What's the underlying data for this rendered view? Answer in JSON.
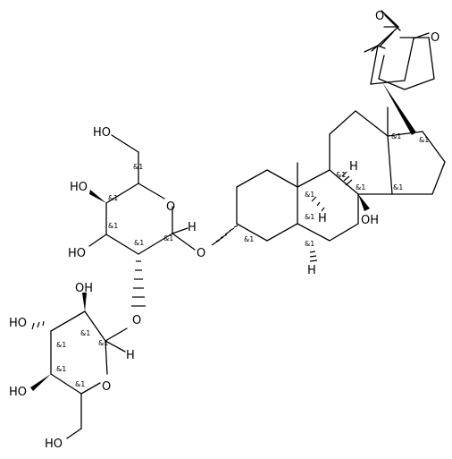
{
  "diagram": {
    "colors": {
      "ink": "#000000",
      "background": "#ffffff"
    },
    "atoms": {
      "carbonyl_o": "O",
      "lactone_o": "O",
      "oh_c14": "OH",
      "h_c9": "H",
      "h_c8": "H",
      "h_c5": "H",
      "glycosidic_o": "O",
      "glc_ring_o": "O",
      "glc_ch2oh": "HO",
      "glc_oh4": "HO",
      "glc_oh3": "HO",
      "glc_h1": "H",
      "link_o": "O",
      "glc2_ring_o": "O",
      "glc2_oh2": "OH",
      "glc2_oh3": "HO",
      "glc2_oh4": "HO",
      "glc2_ch2oh": "HO",
      "glc2_h1": "H"
    },
    "stereo_label": "&1"
  }
}
